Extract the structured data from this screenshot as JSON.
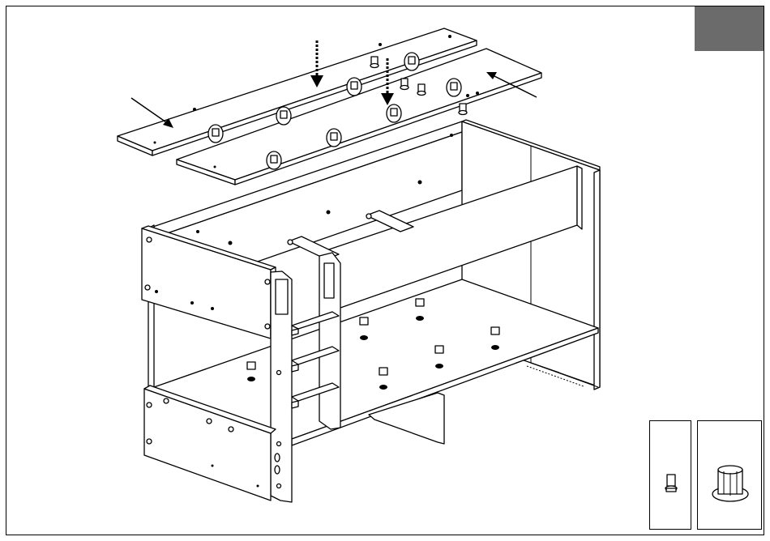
{
  "diagram": {
    "kind": "assembly-instruction",
    "step_marker_color": "#6b6b6b",
    "line_color": "#000000",
    "background": "#ffffff",
    "parts": [
      {
        "name": "cam-dowel",
        "icon": "cam-dowel-icon"
      },
      {
        "name": "plastic-bushing",
        "icon": "bushing-icon"
      }
    ],
    "arrows": [
      "push-down-arrow",
      "push-down-arrow",
      "insert-arrow-left",
      "insert-arrow-right"
    ]
  }
}
